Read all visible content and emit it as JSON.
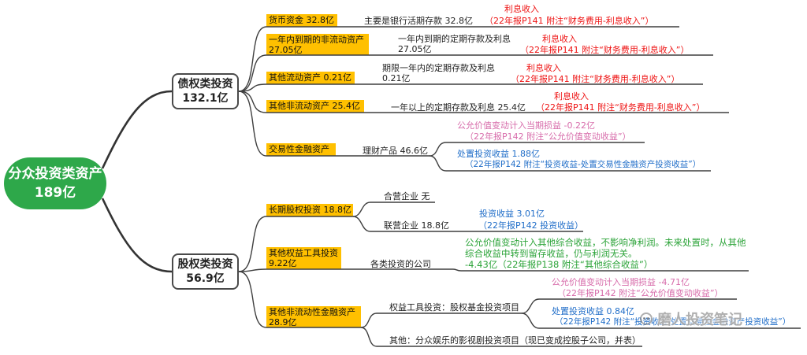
{
  "colors": {
    "root": "#2EA84A",
    "box": "#FFC000",
    "interest": "#EE1111",
    "fair_value": "#D76BAA",
    "disposal": "#1F6DC8",
    "oci": "#2BA338"
  },
  "root": {
    "title": "分众投资类资产",
    "value": "189亿"
  },
  "debt": {
    "title": "债权类投资",
    "value": "132.1亿",
    "items": [
      {
        "label": "货币资金 32.8亿",
        "detail": "主要是银行活期存款 32.8亿",
        "note_title": "利息收入",
        "note_source": "（22年报P141 附注“财务费用-利息收入”）"
      },
      {
        "label": "一年内到期的非流动资产",
        "label_value": "27.05亿",
        "detail": "一年内到期的定期存款及利息",
        "detail_value": "27.05亿",
        "note_title": "利息收入",
        "note_source": "（22年报P141 附注“财务费用-利息收入”）"
      },
      {
        "label": "其他流动资产 0.21亿",
        "detail": "期限一年内的定期存款及利息",
        "detail_value": "0.21亿",
        "note_title": "利息收入",
        "note_source": "（22年报P141 附注“财务费用-利息收入”）"
      },
      {
        "label": "其他非流动资产 25.4亿",
        "detail": "一年以上的定期存款及利息 25.4亿",
        "note_title": "利息收入",
        "note_source": "（22年报P141 附注“财务费用-利息收入”）"
      },
      {
        "label": "交易性金融资产",
        "detail": "理财产品 46.6亿",
        "fair_value": {
          "title": "公允价值变动计入当期损益 -0.22亿",
          "source": "（22年报P142 附注“公允价值变动收益”）"
        },
        "disposal": {
          "title": "处置投资收益 1.88亿",
          "source": "（22年报P142 附注“投资收益-处置交易性金融资产投资收益”）"
        }
      }
    ]
  },
  "equity": {
    "title": "股权类投资",
    "value": "56.9亿",
    "items": [
      {
        "label": "长期股权投资 18.8亿",
        "joint_venture": "合营企业 无",
        "associate": "联营企业 18.8亿",
        "income": {
          "title": "投资收益 3.01亿",
          "source": "（22年报P142 投资收益）"
        }
      },
      {
        "label": "其他权益工具投资",
        "label_value": "9.22亿",
        "detail": "各类投资的公司",
        "note_lines": [
          "公允价值变动计入其他综合收益，不影响净利润。未来处置时，从其他",
          "综合收益中转到留存收益，仍与利润无关。",
          "-4.43亿（22年报P138 附注“其他综合收益”）"
        ]
      },
      {
        "label": "其他非流动性金融资产",
        "label_value": "28.9亿",
        "equity_funds": "权益工具投资：股权基金投资项目",
        "other": "其他：分众娱乐的影视剧投资项目（现已变成控股子公司，并表）",
        "fair_value": {
          "title": "公允价值变动计入当期损益 -4.71亿",
          "source": "（22年报P142 附注“公允价值变动收益”）"
        },
        "disposal": {
          "title": "处置投资收益 0.84亿",
          "source": "（22年报P142 附注“投资收益-处置交易性金融资产投资收益”）"
        }
      }
    ]
  },
  "watermark": {
    "text": "磨人投资笔记",
    "icon": "wechat-icon"
  }
}
